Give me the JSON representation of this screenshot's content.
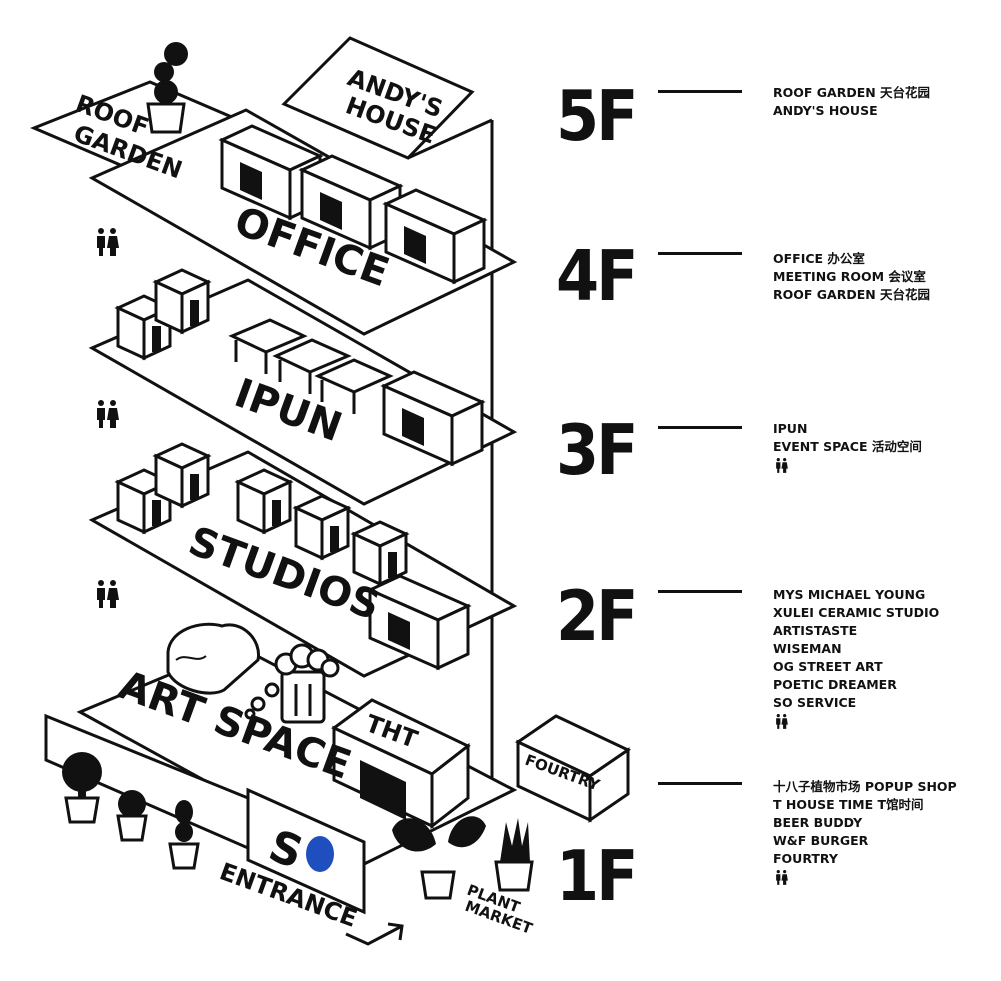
{
  "labels": {
    "roof_garden": [
      "ROOF",
      "GARDEN"
    ],
    "andys_house": [
      "ANDY'S",
      "HOUSE"
    ],
    "office": "OFFICE",
    "ipun": "IPUN",
    "studios": "STUDIOS",
    "art_space": "ART SPACE",
    "tht": "THT",
    "fourtry": "FOURTRY",
    "so_logo": "S",
    "entrance": "ENTRANCE",
    "plant_market": [
      "PLANT",
      "MARKET"
    ]
  },
  "floors": [
    {
      "id": "5F",
      "label": "5F",
      "items": [
        "ROOF GARDEN 天台花园",
        "ANDY'S HOUSE"
      ],
      "restroom": false
    },
    {
      "id": "4F",
      "label": "4F",
      "items": [
        "OFFICE 办公室",
        "MEETING ROOM 会议室",
        "ROOF GARDEN 天台花园"
      ],
      "restroom": false
    },
    {
      "id": "3F",
      "label": "3F",
      "items": [
        "IPUN",
        "EVENT SPACE 活动空间"
      ],
      "restroom": true
    },
    {
      "id": "2F",
      "label": "2F",
      "items": [
        "MYS MICHAEL YOUNG",
        "XULEI CERAMIC STUDIO",
        "ARTISTASTE",
        "WISEMAN",
        "OG STREET ART",
        "POETIC DREAMER",
        "SO SERVICE"
      ],
      "restroom": true
    },
    {
      "id": "1F",
      "label": "1F",
      "items": [
        "十八子植物市场  POPUP SHOP",
        "T HOUSE TIME T馆时间",
        "BEER BUDDY",
        "W&F BURGER",
        "FOURTRY"
      ],
      "restroom": true
    }
  ],
  "colors": {
    "ink": "#111111",
    "accent_blue": "#1f4fbf",
    "background": "#ffffff"
  },
  "icons": [
    "restroom-icon",
    "plant-pot-icon",
    "entrance-arrow-icon"
  ]
}
